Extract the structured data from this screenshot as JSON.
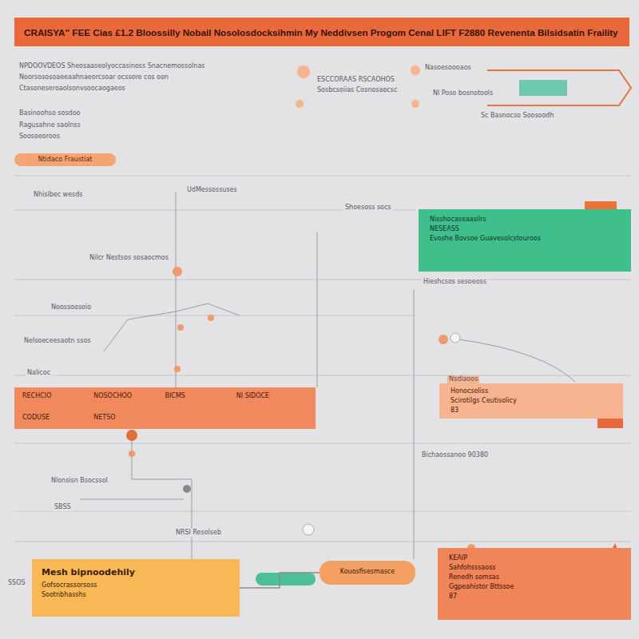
{
  "diagram": {
    "title": "CRAISYA\" FEE Cias £1.2 Bloossilly Nobail Nosolosdocksihmin My Neddivsen Progom Cenal LIFT F2880 Revenenta Bilsidsatin Fraility",
    "nodes": [
      {
        "text": [
          "Ntidaco Fraustiat"
        ]
      },
      {
        "text": [
          "Nisshocaseaasilrs",
          "NESEASS",
          "Evoshe Bovsoe Guavesolcstouroos"
        ]
      },
      {
        "text": [
          "RECHCIO",
          "NOSOCHOO",
          "BICMS",
          "NI SIDOCE",
          "CODUSE",
          "NETSO"
        ]
      },
      {
        "text": [
          "Honocseliss",
          "Scirotilgs Ceutisolicy",
          "83"
        ]
      },
      {
        "text": [
          "Mesh bipnoodehily",
          "Gofsocrassorsoss",
          "Sootnbhasshs"
        ]
      },
      {
        "text": [
          "Kouosfisesmasce"
        ]
      },
      {
        "text": [
          "KEAIP",
          "Sahfohsssaoss",
          "Renedh somsas",
          "Ggpeahistor Bttssoe",
          "87"
        ]
      }
    ],
    "edges": [
      {
        "from": 4,
        "to": 5,
        "arrow": "none"
      }
    ],
    "labels": [
      "NPDOOVDEOS Sheosaaseolyoccasinoss Snacnemossolnas",
      "Noorsososoaeeaahnaeorcsoar ocssore cos oon",
      "Ctasoneseroaolsonvsoocaogaeos",
      "Basinoohso sosdoo",
      "Ragusahne saolnss",
      "Soosoeoroos",
      "ESCCORAAS RSCAOHOS",
      "Sosbcsoiias Cosnosaocsc",
      "Nasoesoooaos",
      "Nhislbec wesds",
      "UdMessossuses",
      "Shoesoss socs",
      "Nilcr Nestsos sosaocmos",
      "Hieshcsos sesoeoss",
      "Noossoosoio",
      "Nelsoeceesaotn ssos",
      "Nalicoc",
      "Nsdiaoos",
      "Bichaossanoo 90380",
      "Nlonsisn Bsocssol",
      "SBSS",
      "NRSl Resolseb",
      "Sc Basnocso Soosoodh",
      "Nl Poso bosnotools",
      "SSOS"
    ]
  }
}
